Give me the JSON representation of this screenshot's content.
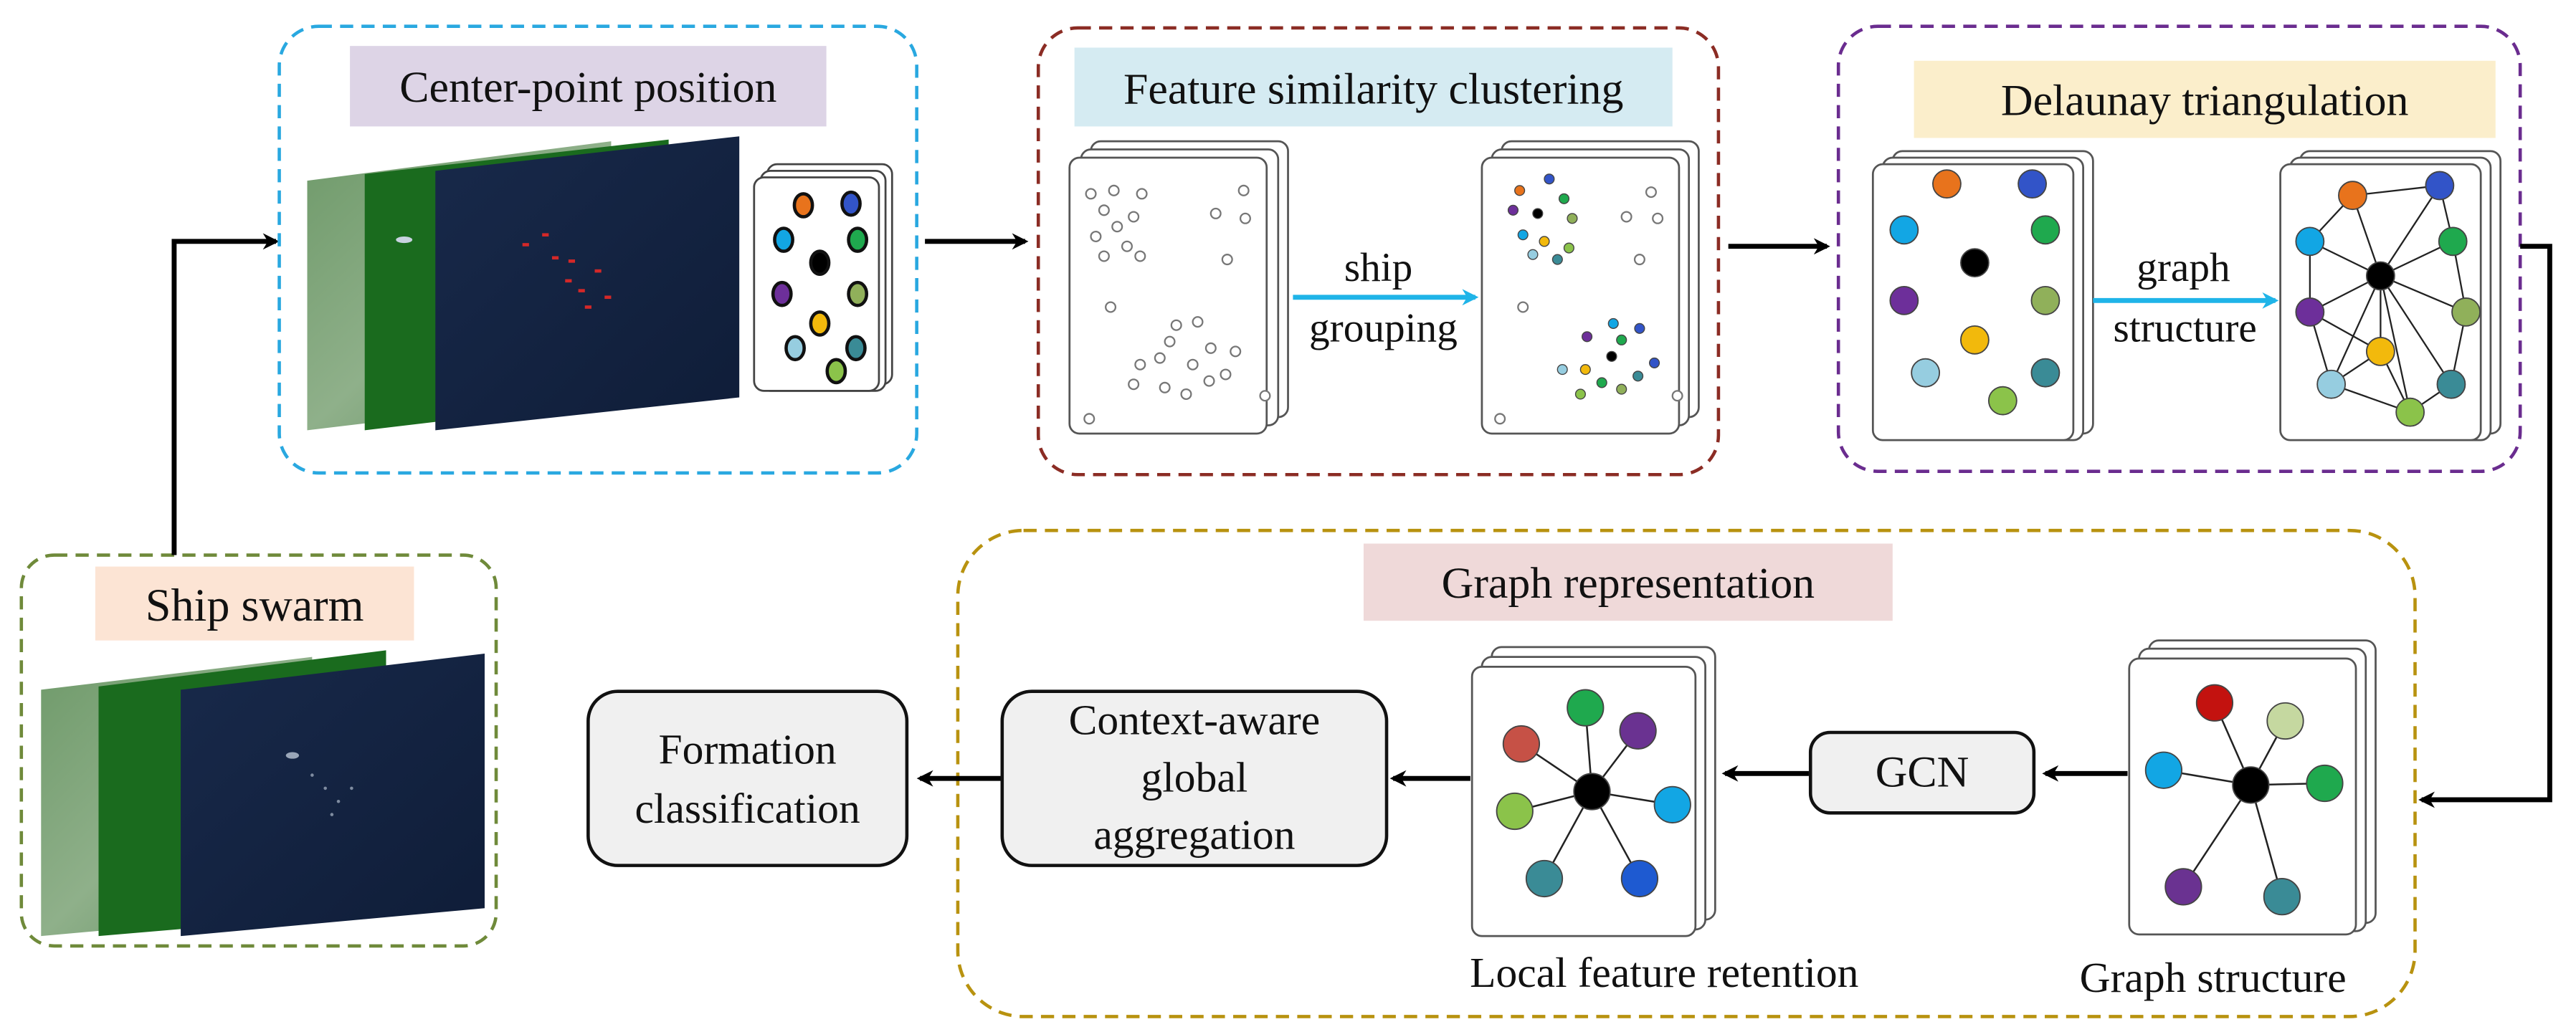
{
  "ship_swarm": {
    "title": "Ship swarm"
  },
  "center_point": {
    "title": "Center-point position"
  },
  "feature_clustering": {
    "title": "Feature similarity clustering",
    "arrow_label_1": "ship",
    "arrow_label_2": "grouping"
  },
  "delaunay": {
    "title": "Delaunay triangulation",
    "arrow_label_1": "graph",
    "arrow_label_2": "structure"
  },
  "graph_representation": {
    "title": "Graph representation",
    "graph_structure_caption": "Graph structure",
    "gcn_label": "GCN",
    "local_feature_caption": "Local feature retention",
    "context_aware_lines": [
      "Context-aware",
      "global",
      "aggregation"
    ]
  },
  "formation_classification": {
    "lines": [
      "Formation",
      "classification"
    ]
  },
  "colors": {
    "cyan_dash": "#29a8e0",
    "brown_dash": "#8b2c24",
    "purple_dash": "#6a2c8f",
    "olive_dash": "#6f8a3a",
    "gold_dash": "#b8920f",
    "title_purple_bg": "#ddd4e6",
    "title_cyan_bg": "#d5ebf2",
    "title_yellow_bg": "#fbeecb",
    "title_peach_bg": "#fce4d4",
    "title_pink_bg": "#efd9d9",
    "arrow_cyan": "#1fb4e8",
    "box_fill": "#f0f0f0",
    "orange": "#e8731c",
    "blue": "#3254c8",
    "sky": "#12a6e4",
    "green": "#1fa94e",
    "black": "#000000",
    "purple": "#6d2f9a",
    "olive_green": "#90b05a",
    "yellow": "#f2b90c",
    "light_blue": "#96cde0",
    "lime": "#8bc34a",
    "teal": "#3a8b96",
    "red": "#c3120f",
    "pale_green": "#c5d8a0",
    "dark_purple": "#6a3291",
    "brown_red": "#c65146",
    "mid_green": "#4caf50",
    "mid_blue": "#1e5ad1"
  }
}
